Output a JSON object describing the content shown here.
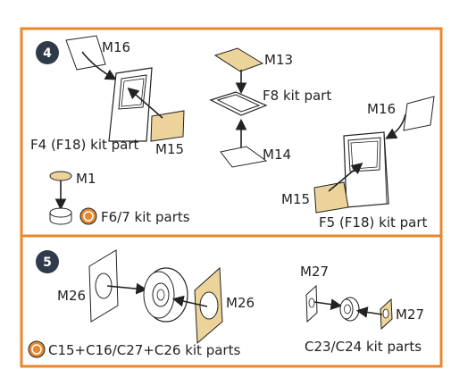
{
  "colors": {
    "frame": "#e8882e",
    "badge": "#2f3b4a",
    "part_fill": "#ecd39a",
    "ink": "#222222",
    "resin_icon": "#e8882e"
  },
  "step4": {
    "number": "4",
    "labels": {
      "m16_left": "M16",
      "f4_kit": "F4 (F18) kit part",
      "m15_left": "M15",
      "m1": "M1",
      "f67_kit": "F6/7 kit parts",
      "m13": "M13",
      "f8_kit": "F8 kit part",
      "m14": "M14",
      "m16_right": "M16",
      "m15_right": "M15",
      "f5_kit": "F5 (F18) kit part"
    },
    "icons": [
      "resin-part-icon"
    ]
  },
  "step5": {
    "number": "5",
    "labels": {
      "m26_left": "M26",
      "m26_right": "M26",
      "c15_kit": "C15+C16/C27+C26 kit parts",
      "m27_top": "M27",
      "m27_right": "M27",
      "c23_kit": "C23/C24 kit parts"
    },
    "icons": [
      "resin-part-icon"
    ]
  }
}
